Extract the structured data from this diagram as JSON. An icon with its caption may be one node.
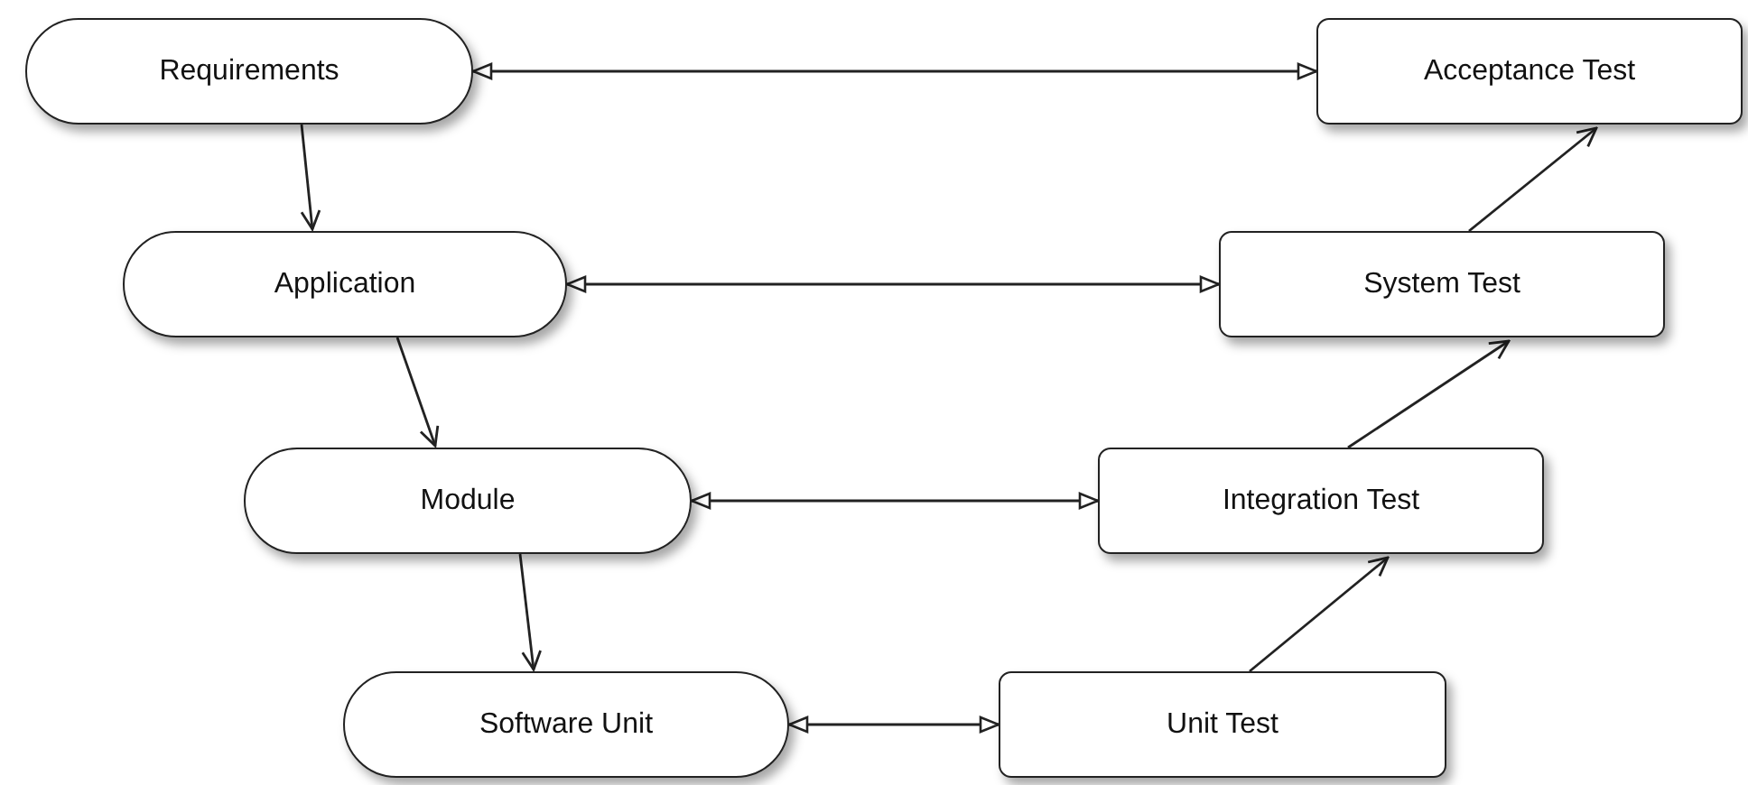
{
  "diagram": {
    "nodes": [
      {
        "text": [
          "Requirements"
        ]
      },
      {
        "text": [
          "Application"
        ]
      },
      {
        "text": [
          "Module"
        ]
      },
      {
        "text": [
          "Software Unit"
        ]
      },
      {
        "text": [
          "Acceptance Test"
        ]
      },
      {
        "text": [
          "System Test"
        ]
      },
      {
        "text": [
          "Integration Test"
        ]
      },
      {
        "text": [
          "Unit Test"
        ]
      }
    ],
    "edges": [
      {
        "from": 0,
        "to": 1,
        "arrow": "to"
      },
      {
        "from": 1,
        "to": 2,
        "arrow": "to"
      },
      {
        "from": 2,
        "to": 3,
        "arrow": "to"
      },
      {
        "from": 7,
        "to": 6,
        "arrow": "to"
      },
      {
        "from": 6,
        "to": 5,
        "arrow": "to"
      },
      {
        "from": 5,
        "to": 4,
        "arrow": "to"
      },
      {
        "from": 0,
        "to": 4,
        "arrow": "both"
      },
      {
        "from": 1,
        "to": 5,
        "arrow": "both"
      },
      {
        "from": 2,
        "to": 6,
        "arrow": "both"
      },
      {
        "from": 3,
        "to": 7,
        "arrow": "both"
      }
    ]
  }
}
